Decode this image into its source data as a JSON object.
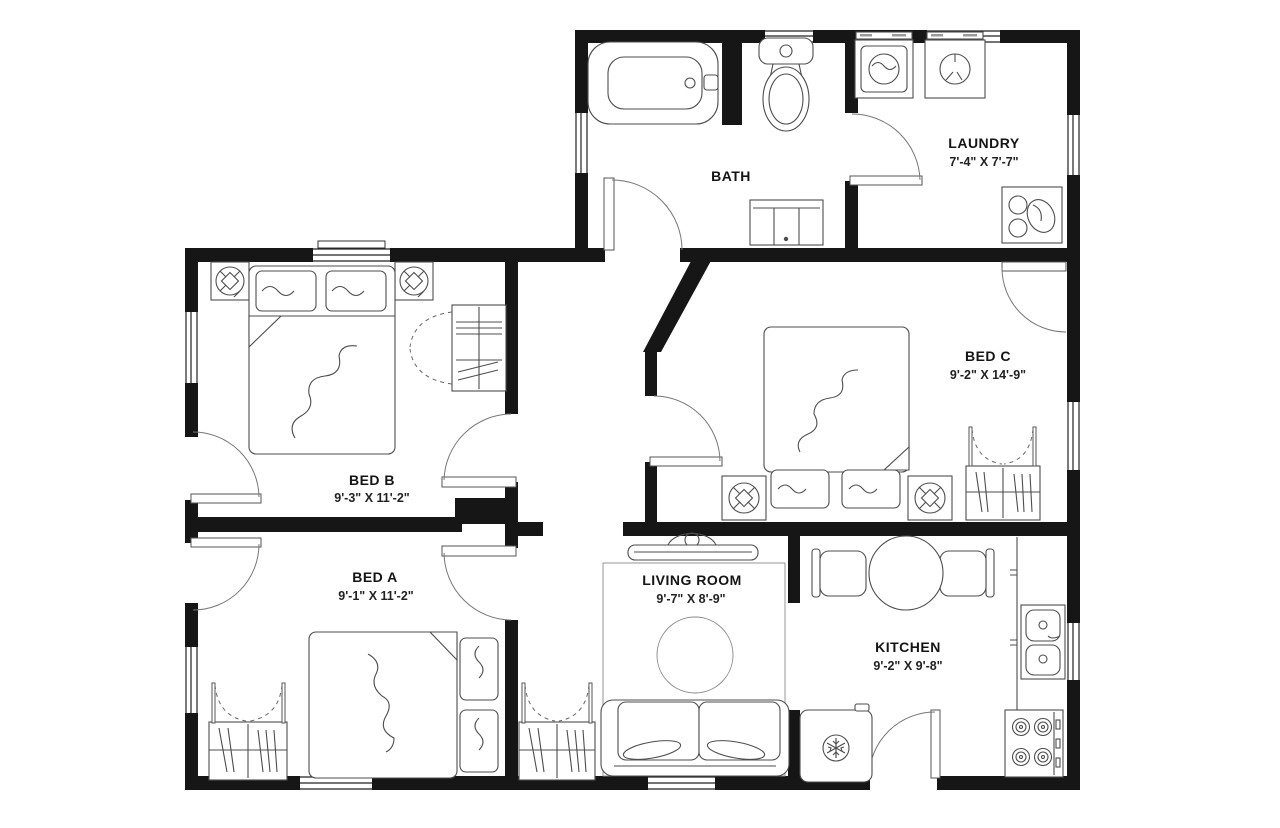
{
  "floor_plan": {
    "background_color": "#ffffff",
    "wall_color": "#161616",
    "line_color": "#4d4d4d",
    "label_color": "#141414",
    "rooms": [
      {
        "id": "bath",
        "name": "BATH",
        "dimensions": "",
        "furniture": [
          "bathtub",
          "toilet",
          "vanity-sink"
        ]
      },
      {
        "id": "laundry",
        "name": "LAUNDRY",
        "dimensions": "7'-4\" X 7'-7\"",
        "furniture": [
          "washer",
          "dryer",
          "utility-sink"
        ]
      },
      {
        "id": "bed-b",
        "name": "BED B",
        "dimensions": "9'-3\" X 11'-2\"",
        "furniture": [
          "double-bed",
          "nightstand-lamp",
          "nightstand-lamp",
          "closet-wardrobe"
        ]
      },
      {
        "id": "bed-c",
        "name": "BED C",
        "dimensions": "9'-2\" X 14'-9\"",
        "furniture": [
          "double-bed",
          "nightstand-lamp",
          "nightstand-lamp",
          "closet-wardrobe"
        ]
      },
      {
        "id": "bed-a",
        "name": "BED A",
        "dimensions": "9'-1\" X 11'-2\"",
        "furniture": [
          "double-bed",
          "closet-wardrobe"
        ]
      },
      {
        "id": "living-room",
        "name": "LIVING ROOM",
        "dimensions": "9'-7\" X 8'-9\"",
        "furniture": [
          "tv",
          "round-rug",
          "sofa",
          "hall-closet"
        ]
      },
      {
        "id": "kitchen",
        "name": "KITCHEN",
        "dimensions": "9'-2\" X 9'-8\"",
        "furniture": [
          "dining-table",
          "chair",
          "chair",
          "refrigerator",
          "double-sink",
          "stove",
          "counter"
        ]
      }
    ]
  }
}
